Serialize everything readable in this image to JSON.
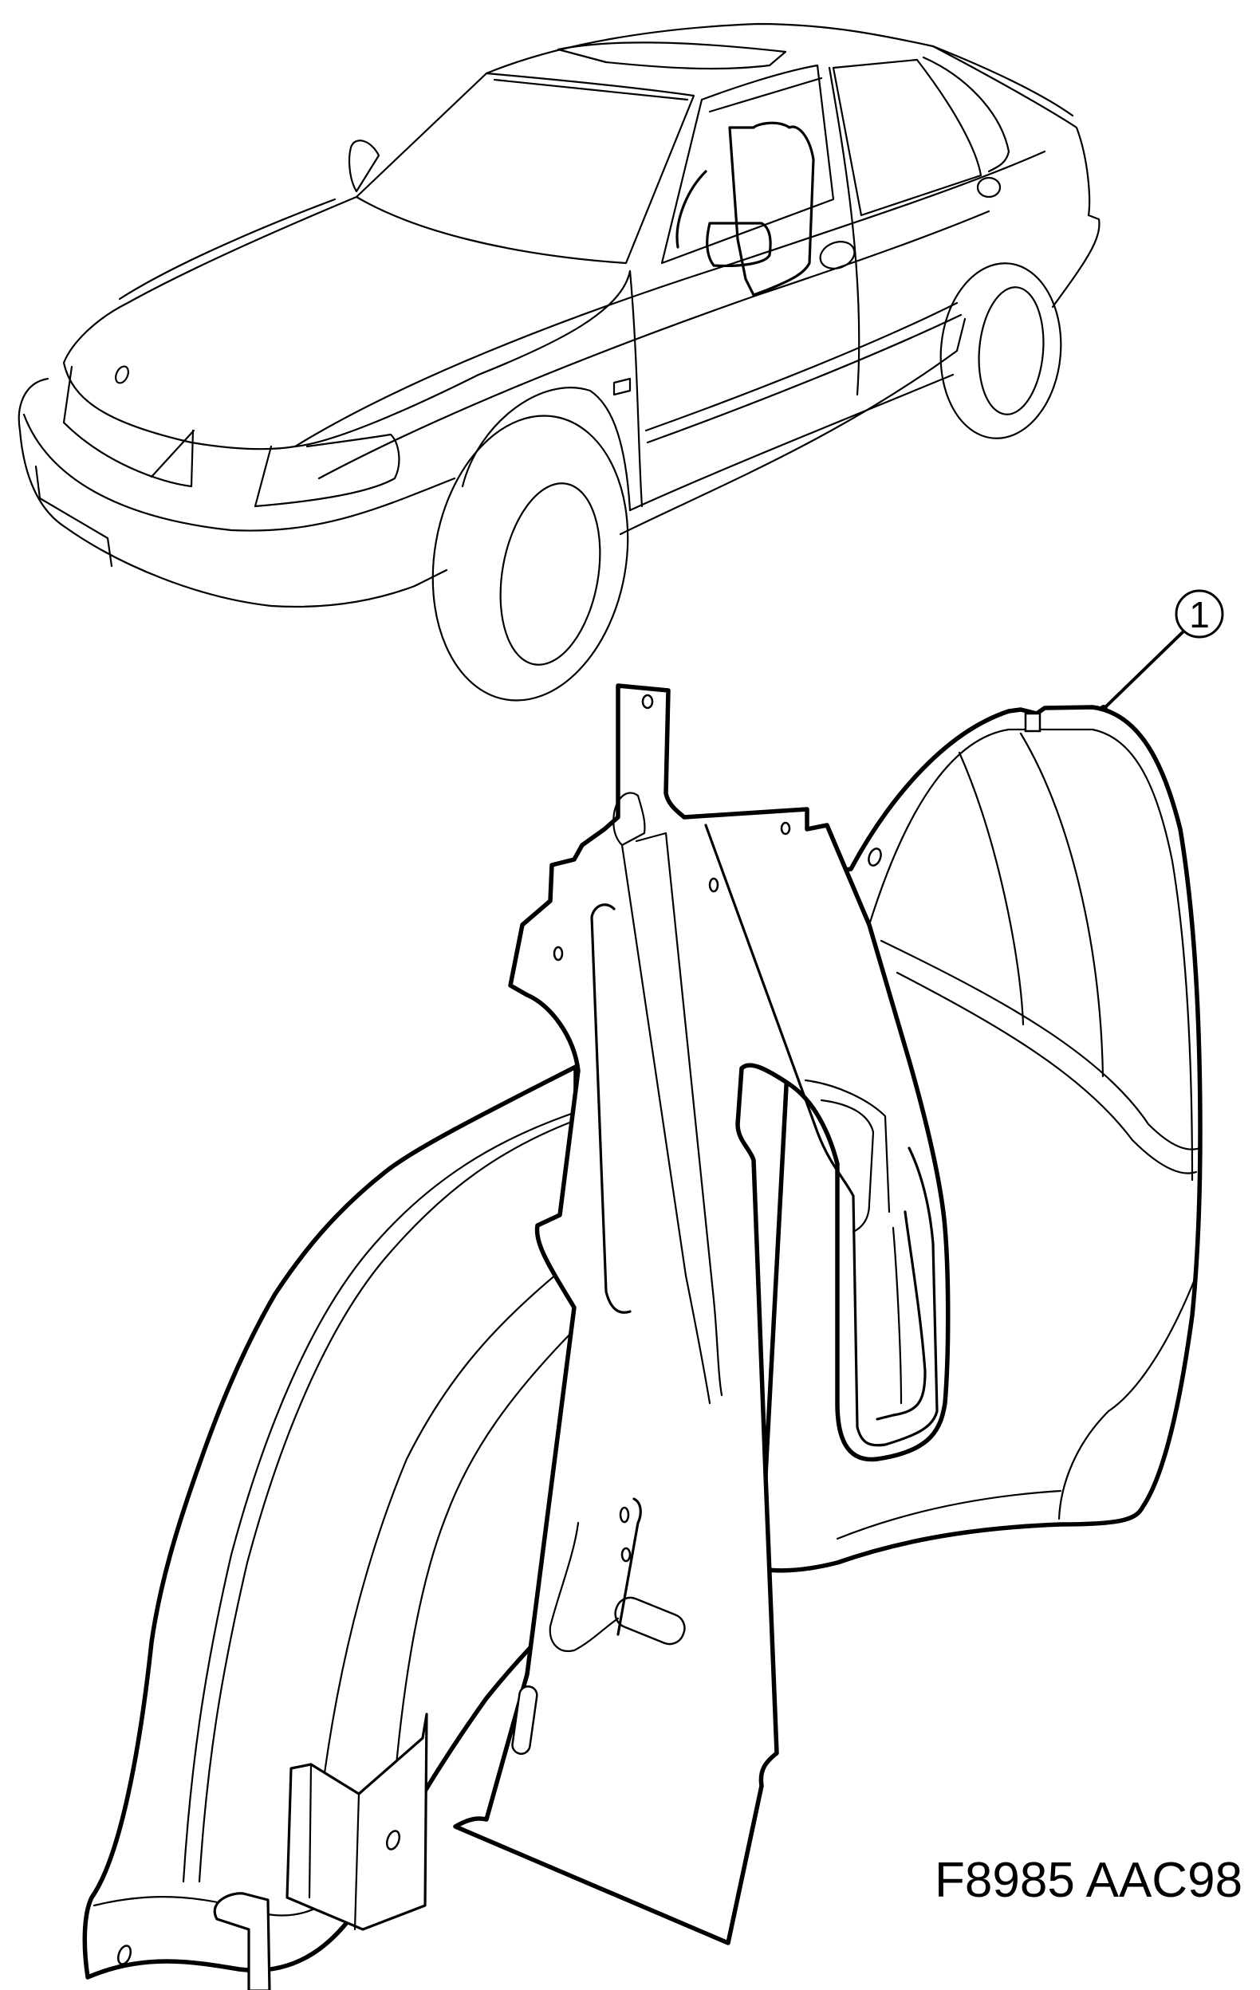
{
  "figure": {
    "type": "exploded-parts-illustration",
    "subject_overview": "car-overview-line-drawing",
    "subject_part": "wheel-housing-inner-panel",
    "figure_code": "F8985 AAC98",
    "callouts": [
      {
        "number": "1",
        "target": "wheel-housing-panel"
      }
    ]
  },
  "colors": {
    "line": "#000000",
    "background": "#ffffff"
  }
}
